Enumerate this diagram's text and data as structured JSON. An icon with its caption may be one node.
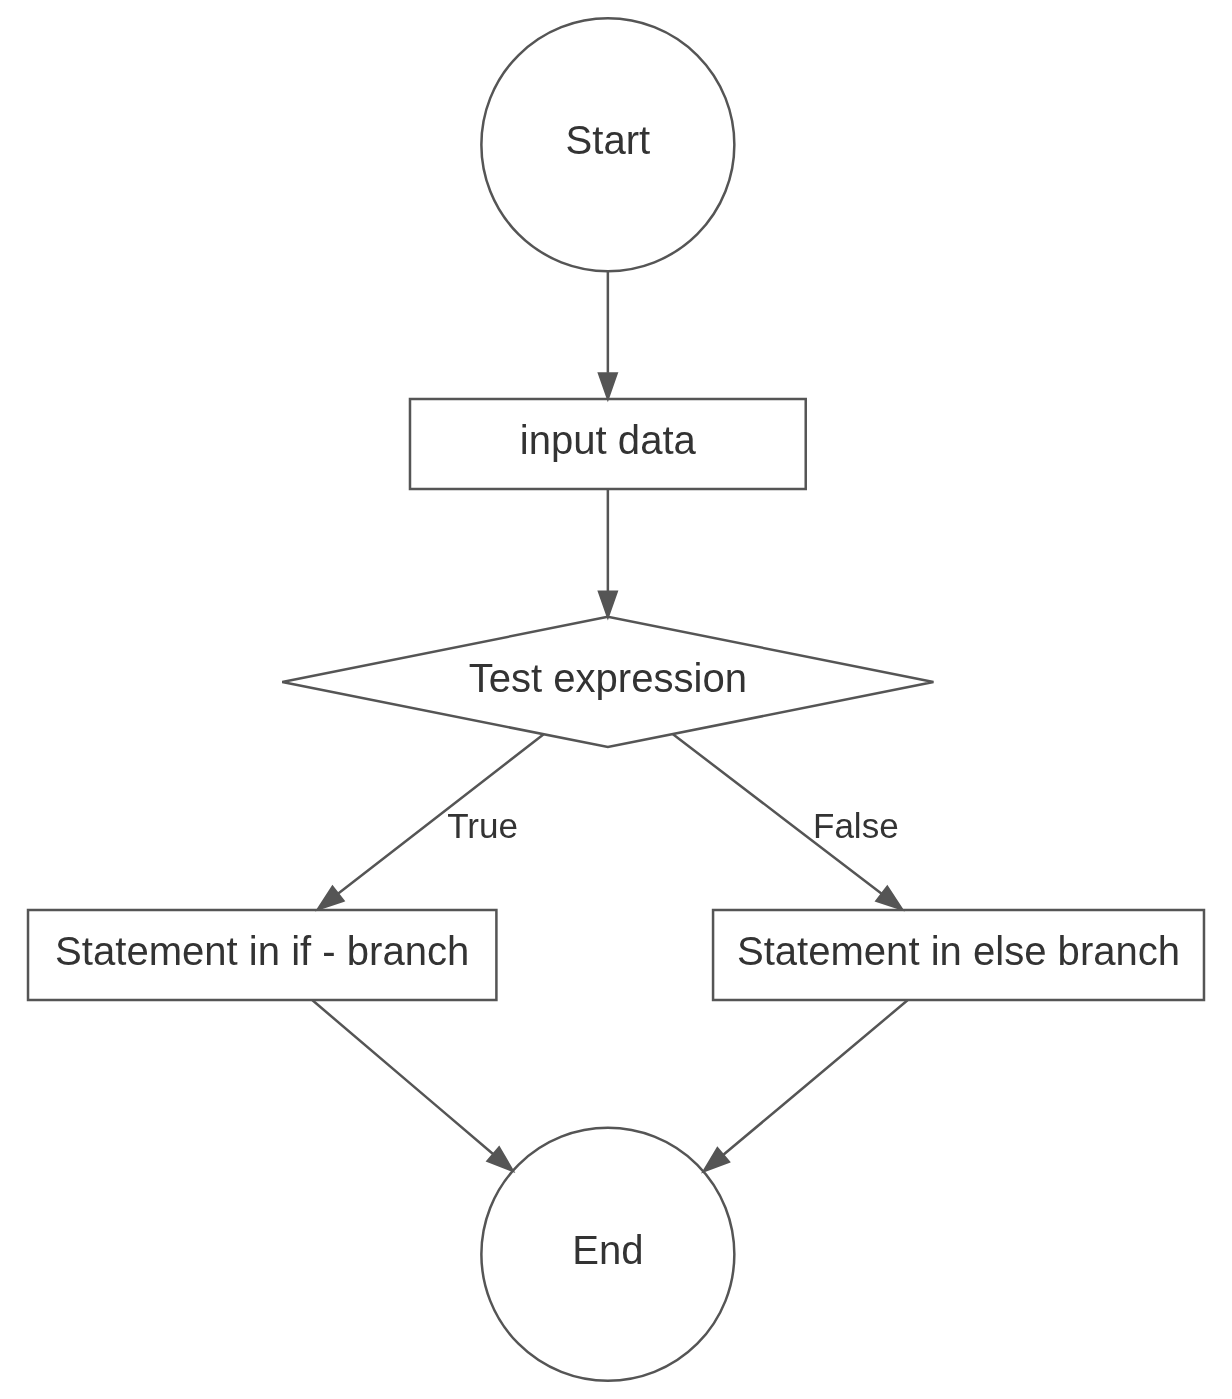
{
  "diagram": {
    "nodes": [
      {
        "text": [
          "Start"
        ]
      },
      {
        "text": [
          "input data"
        ]
      },
      {
        "text": [
          "Test expression"
        ]
      },
      {
        "text": [
          "Statement in if - branch"
        ]
      },
      {
        "text": [
          "Statement in else branch"
        ]
      },
      {
        "text": [
          "End"
        ]
      }
    ],
    "edges": [
      {
        "from": 0,
        "to": 1,
        "arrow": "to"
      },
      {
        "from": 1,
        "to": 2,
        "arrow": "to"
      },
      {
        "from": 2,
        "to": 3,
        "arrow": "to",
        "label": "True"
      },
      {
        "from": 2,
        "to": 4,
        "arrow": "to",
        "label": "False"
      },
      {
        "from": 3,
        "to": 5,
        "arrow": "to"
      },
      {
        "from": 4,
        "to": 5,
        "arrow": "to"
      }
    ]
  }
}
